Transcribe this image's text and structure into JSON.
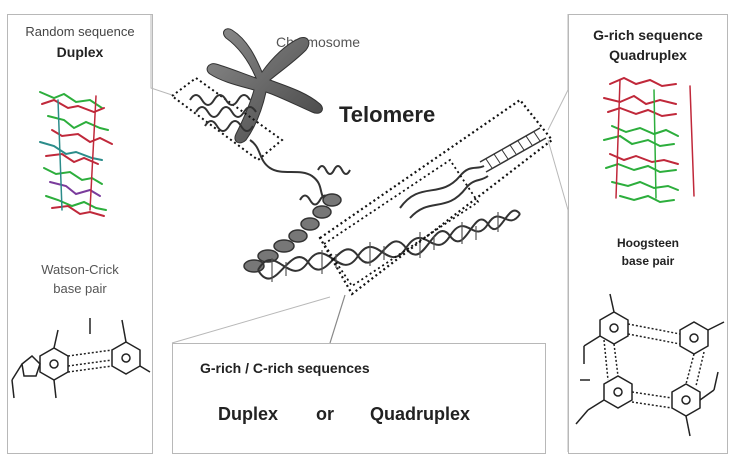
{
  "left_panel": {
    "top_label_line1": "Random sequence",
    "top_label_line2": "Duplex",
    "bottom_label_line1": "Watson-Crick",
    "bottom_label_line2": "base pair"
  },
  "right_panel": {
    "top_label_line1": "G-rich sequence",
    "top_label_line2": "Quadruplex",
    "bottom_label_line1": "Hoogsteen",
    "bottom_label_line2": "base pair"
  },
  "center": {
    "chromosome_label": "Chromosome",
    "telomere_label": "Telomere"
  },
  "bottom_box": {
    "subtitle": "G-rich / C-rich sequences",
    "option1": "Duplex",
    "connector": "or",
    "option2": "Quadruplex"
  },
  "colors": {
    "strand_red": "#c0283a",
    "strand_green": "#2cae3c",
    "strand_purple": "#7a3b9c",
    "strand_teal": "#2b8c8a",
    "dna_gray": "#555555",
    "panel_border": "#b8b8b8"
  }
}
